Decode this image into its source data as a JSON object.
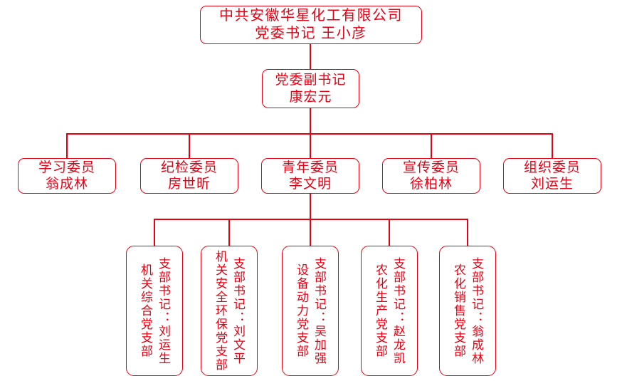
{
  "root": {
    "line1": "中共安徽华星化工有限公司",
    "line2": "党委书记 王小彦"
  },
  "deputy": {
    "line1": "党委副书记",
    "line2": "康宏元"
  },
  "committee": [
    {
      "title": "学习委员",
      "name": "翁成林"
    },
    {
      "title": "纪检委员",
      "name": "房世昕"
    },
    {
      "title": "青年委员",
      "name": "李文明"
    },
    {
      "title": "宣传委员",
      "name": "徐柏林"
    },
    {
      "title": "组织委员",
      "name": "刘运生"
    }
  ],
  "branches": [
    {
      "dept": "机关综合党支部",
      "secretary": "支部书记：刘运生"
    },
    {
      "dept": "机关安全环保党支部",
      "secretary": "支部书记：刘文平"
    },
    {
      "dept": "设备动力党支部",
      "secretary": "支部书记：吴加强"
    },
    {
      "dept": "农化生产党支部",
      "secretary": "支部书记：赵龙凯"
    },
    {
      "dept": "农化销售党支部",
      "secretary": "支部书记：翁成林"
    }
  ],
  "colors": {
    "line": "#e60012",
    "border": "#e60012",
    "text": "#e60012",
    "background": "#ffffff"
  }
}
